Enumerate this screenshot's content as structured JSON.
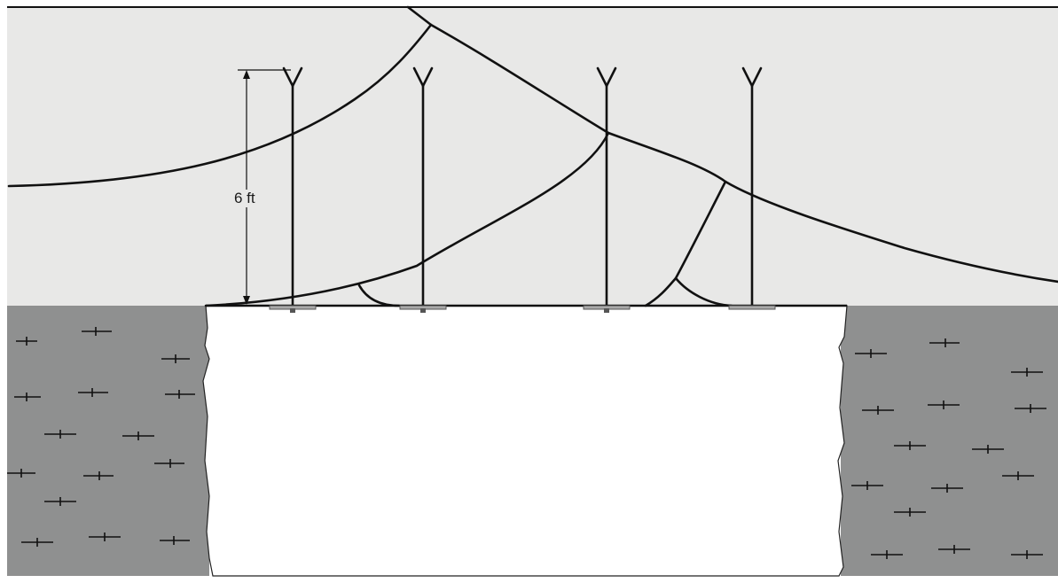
{
  "diagram": {
    "dimension_label": "6 ft",
    "colors": {
      "upper_zone": "#e8e8e7",
      "ground": "#8f9090",
      "excavation": "#ffffff",
      "line": "#111111",
      "plate": "#a9a9a9"
    },
    "icons": [
      "trench-cross-section",
      "settlement-rod",
      "ground-hatch-mark"
    ]
  }
}
